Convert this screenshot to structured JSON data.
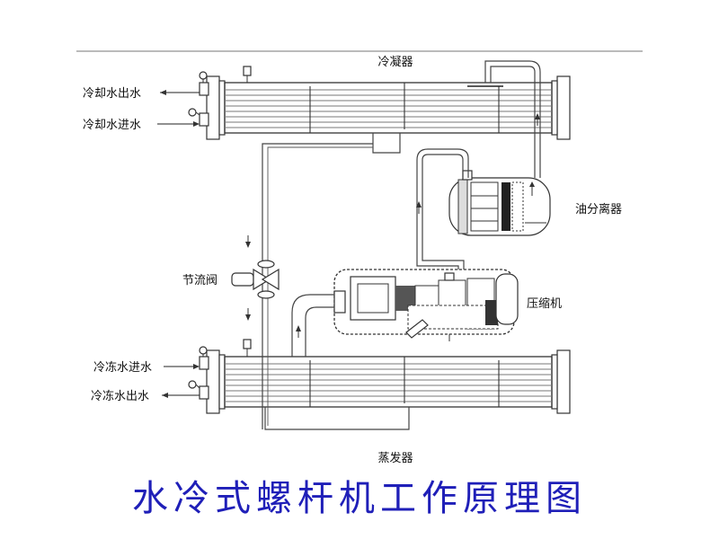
{
  "title": "水冷式螺杆机工作原理图",
  "labels": {
    "condenser": "冷凝器",
    "evaporator": "蒸发器",
    "oil_separator": "油分离器",
    "compressor": "压缩机",
    "expansion_valve": "节流阀",
    "cooling_water_out": "冷却水出水",
    "cooling_water_in": "冷却水进水",
    "chilled_water_in": "冷冻水进水",
    "chilled_water_out": "冷冻水出水"
  },
  "colors": {
    "title": "#1f1fb8",
    "lines": "#444444"
  }
}
